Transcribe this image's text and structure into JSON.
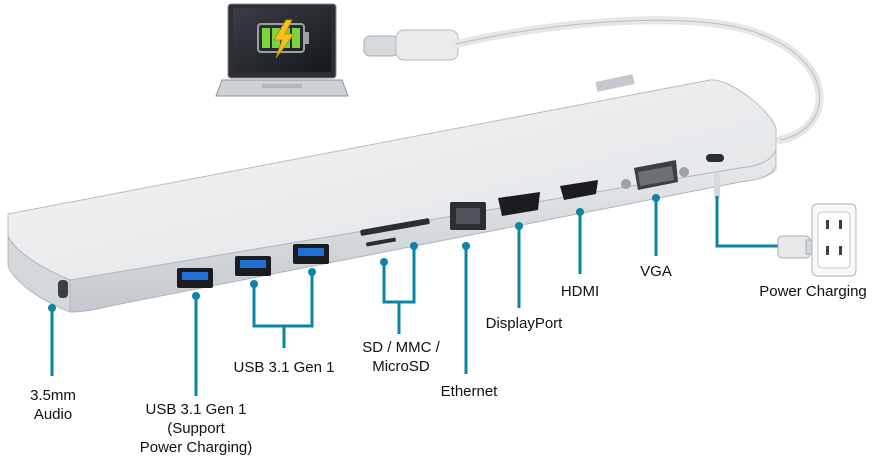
{
  "labels": {
    "audio": [
      "3.5mm",
      "Audio"
    ],
    "usb_charging": [
      "USB 3.1 Gen 1",
      "(Support",
      "Power Charging)"
    ],
    "usb": "USB 3.1 Gen 1",
    "card_reader": [
      "SD / MMC /",
      "MicroSD"
    ],
    "ethernet": "Ethernet",
    "displayport": "DisplayPort",
    "hdmi": "HDMI",
    "vga": "VGA",
    "power": "Power Charging"
  },
  "colors": {
    "leader": "#0b84a5",
    "dock_body": "#e6e8ea",
    "port_blue": "#1f6fd6",
    "battery_green": "#7bd43b",
    "bolt": "#f4c21a"
  }
}
